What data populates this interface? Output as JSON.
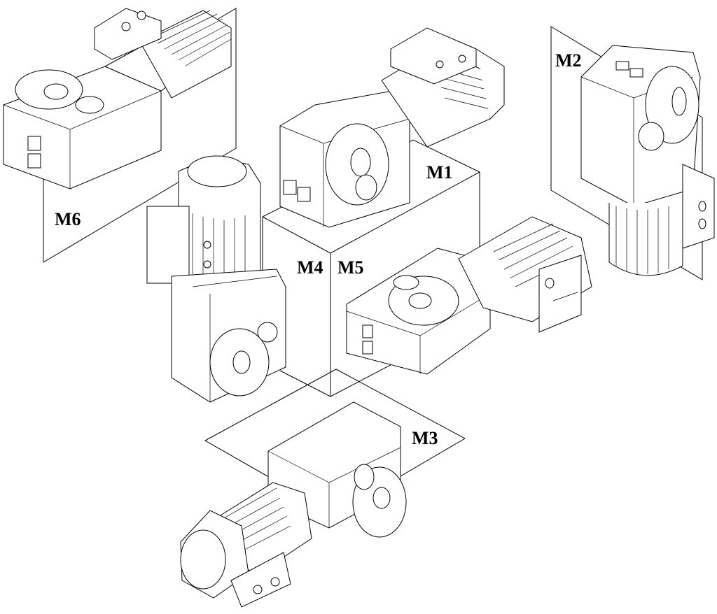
{
  "diagram": {
    "type": "gearmotor-mounting-positions",
    "positions": [
      {
        "id": "M1",
        "label": "M1"
      },
      {
        "id": "M2",
        "label": "M2"
      },
      {
        "id": "M3",
        "label": "M3"
      },
      {
        "id": "M4",
        "label": "M4"
      },
      {
        "id": "M5",
        "label": "M5"
      },
      {
        "id": "M6",
        "label": "M6"
      }
    ],
    "colors": {
      "line": "#000000",
      "background": "#ffffff"
    }
  }
}
